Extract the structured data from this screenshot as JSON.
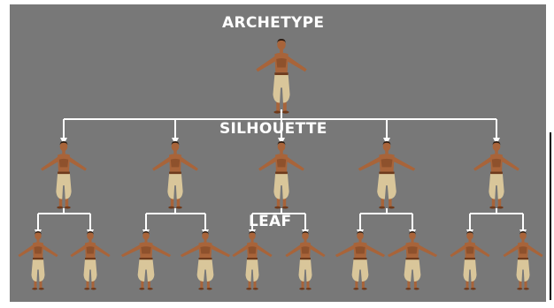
{
  "labels": {
    "archetype": "ARCHETYPE",
    "silhouette": "SILHOUETTE",
    "leaf": "LEAF"
  },
  "colors": {
    "background": "#787878",
    "lines": "#ffffff",
    "skin": "#a8643a",
    "skin_dark": "#6e3a1c",
    "pants": "#d9c69a",
    "hair": "#2a1a10"
  },
  "hierarchy": {
    "root": "archetype",
    "silhouette_count": 5,
    "leaves_per_silhouette": 2
  }
}
